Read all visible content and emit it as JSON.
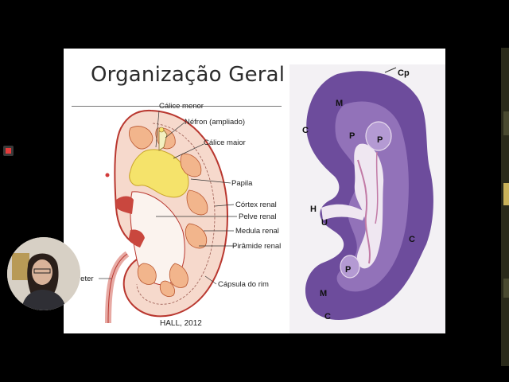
{
  "slide": {
    "title": "Organização Geral",
    "credit": "HALL, 2012",
    "diagram_labels": {
      "calice_menor": "Cálice menor",
      "nefron": "Néfron (ampliado)",
      "calice_maior": "Cálice maior",
      "papila": "Papila",
      "cortex": "Córtex renal",
      "pelve": "Pelve renal",
      "medula": "Medula renal",
      "piramide": "Pirâmide renal",
      "capsula": "Cápsula do rim",
      "ureter": "reter"
    },
    "histology_labels": {
      "cp": "Cp",
      "m_top": "M",
      "c_left": "C",
      "p_1": "P",
      "p_2": "P",
      "h": "H",
      "u": "U",
      "c_right": "C",
      "p_bottom": "P",
      "m_bottom": "M",
      "c_bottom": "C"
    }
  },
  "colors": {
    "background": "#000000",
    "slide": "#ffffff",
    "kidney_cortex": "#f6d9cc",
    "kidney_outline": "#b9372f",
    "pyramid": "#f2b58c",
    "pelvis_yellow": "#f5e36b",
    "histo_purple": "#6d4c9c",
    "record_red": "#e53b3b"
  },
  "icons": {
    "record": "record-icon"
  }
}
